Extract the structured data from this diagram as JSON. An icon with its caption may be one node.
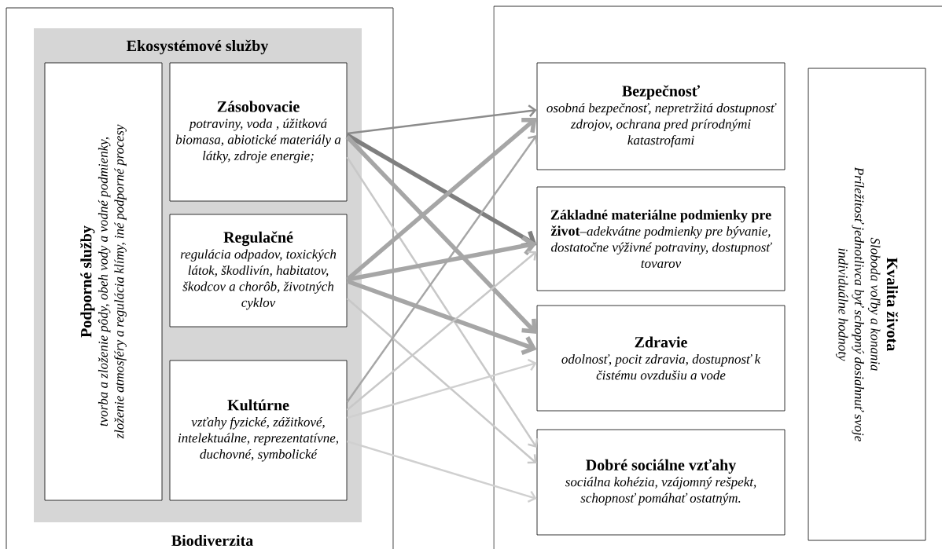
{
  "diagram": {
    "nodes": [
      {
        "text": [
          "Biodiverzita"
        ]
      },
      {
        "text": [
          "Ekosystémové služby"
        ],
        "in": 0
      },
      {
        "text": [
          "Podporné služby",
          "tvorba a zloženie pôdy, obeh vody a vodné podmienky, zloženie atmosféry a regulácia klímy, iné podporné procesy"
        ],
        "in": 1
      },
      {
        "text": [
          "Zásobovacie",
          "potraviny, voda , úžitková biomasa, abiotické materiály a látky, zdroje energie;"
        ],
        "in": 1
      },
      {
        "text": [
          "Regulačné",
          "regulácia odpadov, toxických látok, škodlivín, habitatov, škodcov a chorôb, životných cyklov"
        ],
        "in": 1
      },
      {
        "text": [
          "Kultúrne",
          "vzťahy fyzické, zážitkové, intelektuálne, reprezentatívne, duchovné, symbolické"
        ],
        "in": 1
      },
      {
        "text": [],
        "shape": "box"
      },
      {
        "text": [
          "Bezpečnosť",
          "osobná bezpečnosť, nepretržitá dostupnosť zdrojov, ochrana pred prírodnými katastrofami"
        ],
        "in": 6
      },
      {
        "text": [
          "Základné materiálne podmienky pre život",
          "–adekvátne podmienky pre bývanie, dostatočne výživné potraviny, dostupnosť tovarov"
        ],
        "in": 6
      },
      {
        "text": [
          "Zdravie",
          "odolnosť, pocit zdravia, dostupnosť k čistému ovzdušiu a vode"
        ],
        "in": 6
      },
      {
        "text": [
          "Dobré sociálne vzťahy",
          "sociálna kohézia, vzájomný rešpekt, schopnosť pomáhať ostatným."
        ],
        "in": 6
      },
      {
        "text": [
          "Kvalita života",
          "Sloboda voľby a konania",
          "Príležitosť jednotlivca byť schopný dosiahnuť svoje individuálne hodnoty"
        ],
        "in": 6
      }
    ],
    "edges": [
      {
        "from": 3,
        "to": 7,
        "arrow": "to",
        "color": "#8c8c8c"
      },
      {
        "from": 3,
        "to": 8,
        "arrow": "to",
        "style": "thick",
        "color": "#7f7f7f"
      },
      {
        "from": 3,
        "to": 9,
        "arrow": "to",
        "style": "thick"
      },
      {
        "from": 3,
        "to": 10,
        "arrow": "to",
        "color": "#c8c8c8"
      },
      {
        "from": 4,
        "to": 7,
        "arrow": "to",
        "style": "thick"
      },
      {
        "from": 4,
        "to": 8,
        "arrow": "to",
        "style": "thick"
      },
      {
        "from": 4,
        "to": 9,
        "arrow": "to",
        "style": "thick"
      },
      {
        "from": 4,
        "to": 10,
        "arrow": "to",
        "color": "#c8c8c8"
      },
      {
        "from": 5,
        "to": 7,
        "arrow": "to"
      },
      {
        "from": 5,
        "to": 8,
        "arrow": "to",
        "color": "#c8c8c8"
      },
      {
        "from": 5,
        "to": 9,
        "arrow": "to",
        "color": "#d0d0d0"
      },
      {
        "from": 5,
        "to": 10,
        "arrow": "to",
        "color": "#d0d0d0"
      }
    ]
  }
}
